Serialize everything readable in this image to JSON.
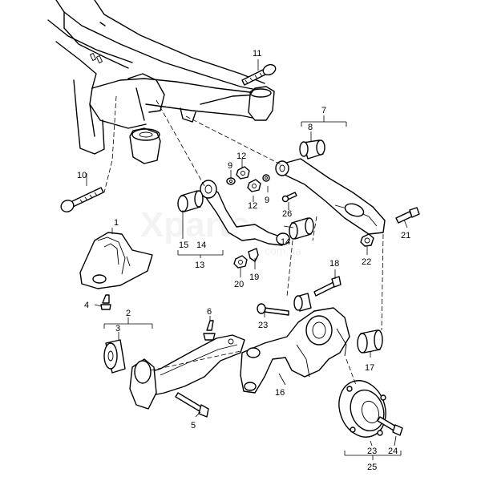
{
  "watermark": {
    "brand": "Xparts",
    "domain": "com.ua"
  },
  "callouts": {
    "c1": "1",
    "c2": "2",
    "c3": "3",
    "c4": "4",
    "c5": "5",
    "c6": "6",
    "c7": "7",
    "c8": "8",
    "c9a": "9",
    "c9b": "9",
    "c10": "10",
    "c11": "11",
    "c12a": "12",
    "c12b": "12",
    "c13": "13",
    "c14a": "14",
    "c14b": "14",
    "c15": "15",
    "c16": "16",
    "c17": "17",
    "c18": "18",
    "c19": "19",
    "c20": "20",
    "c21": "21",
    "c22": "22",
    "c23a": "23",
    "c23b": "23",
    "c24": "24",
    "c25": "25",
    "c26": "26"
  }
}
